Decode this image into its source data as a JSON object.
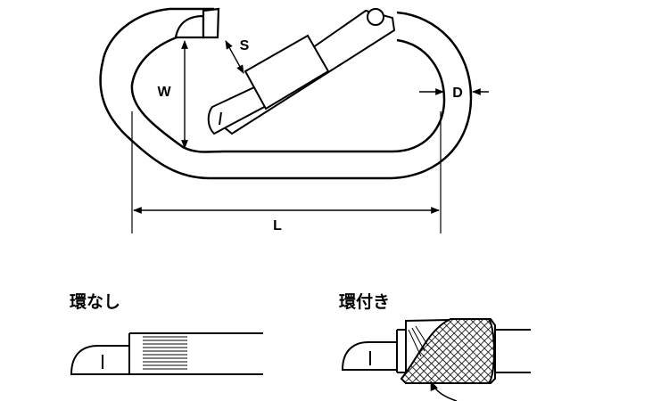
{
  "diagram": {
    "dimension_labels": {
      "width": "W",
      "gate_opening": "S",
      "wire_diameter": "D",
      "length": "L"
    },
    "variants": {
      "without_ring": {
        "caption": "環なし"
      },
      "with_ring": {
        "caption": "環付き"
      }
    }
  }
}
